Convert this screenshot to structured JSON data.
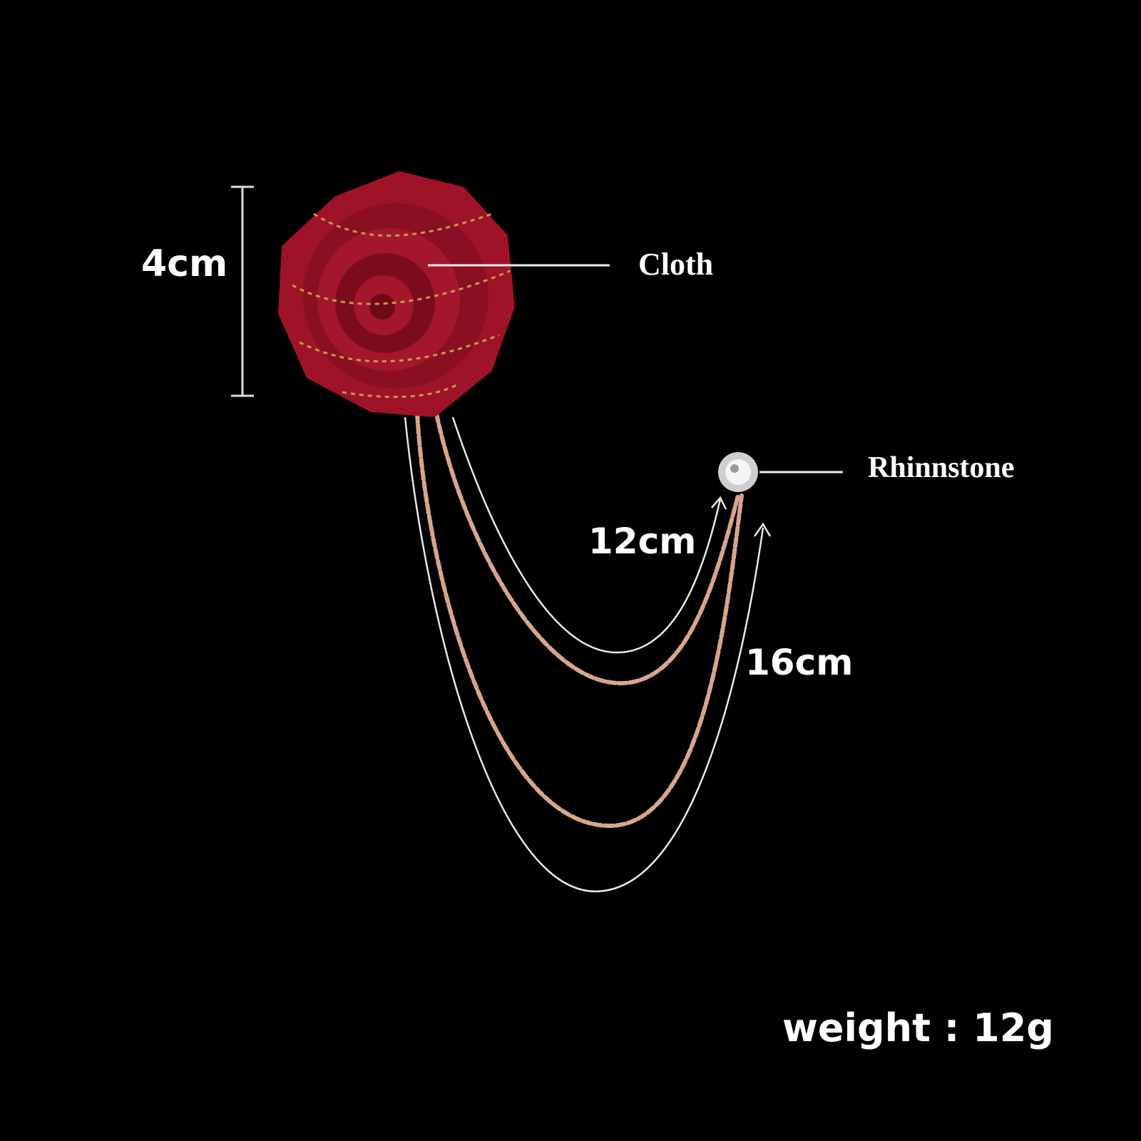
{
  "annotations": {
    "rose_height": "4cm",
    "material": "Cloth",
    "stone": "Rhinnstone",
    "short_chain": "12cm",
    "long_chain": "16cm",
    "weight": "weight : 12g"
  },
  "colors": {
    "background": "#000000",
    "rose": "#9e1328",
    "rose_dark": "#6d0a18",
    "chain": "#d9a58a",
    "line": "#e8e8e8"
  }
}
